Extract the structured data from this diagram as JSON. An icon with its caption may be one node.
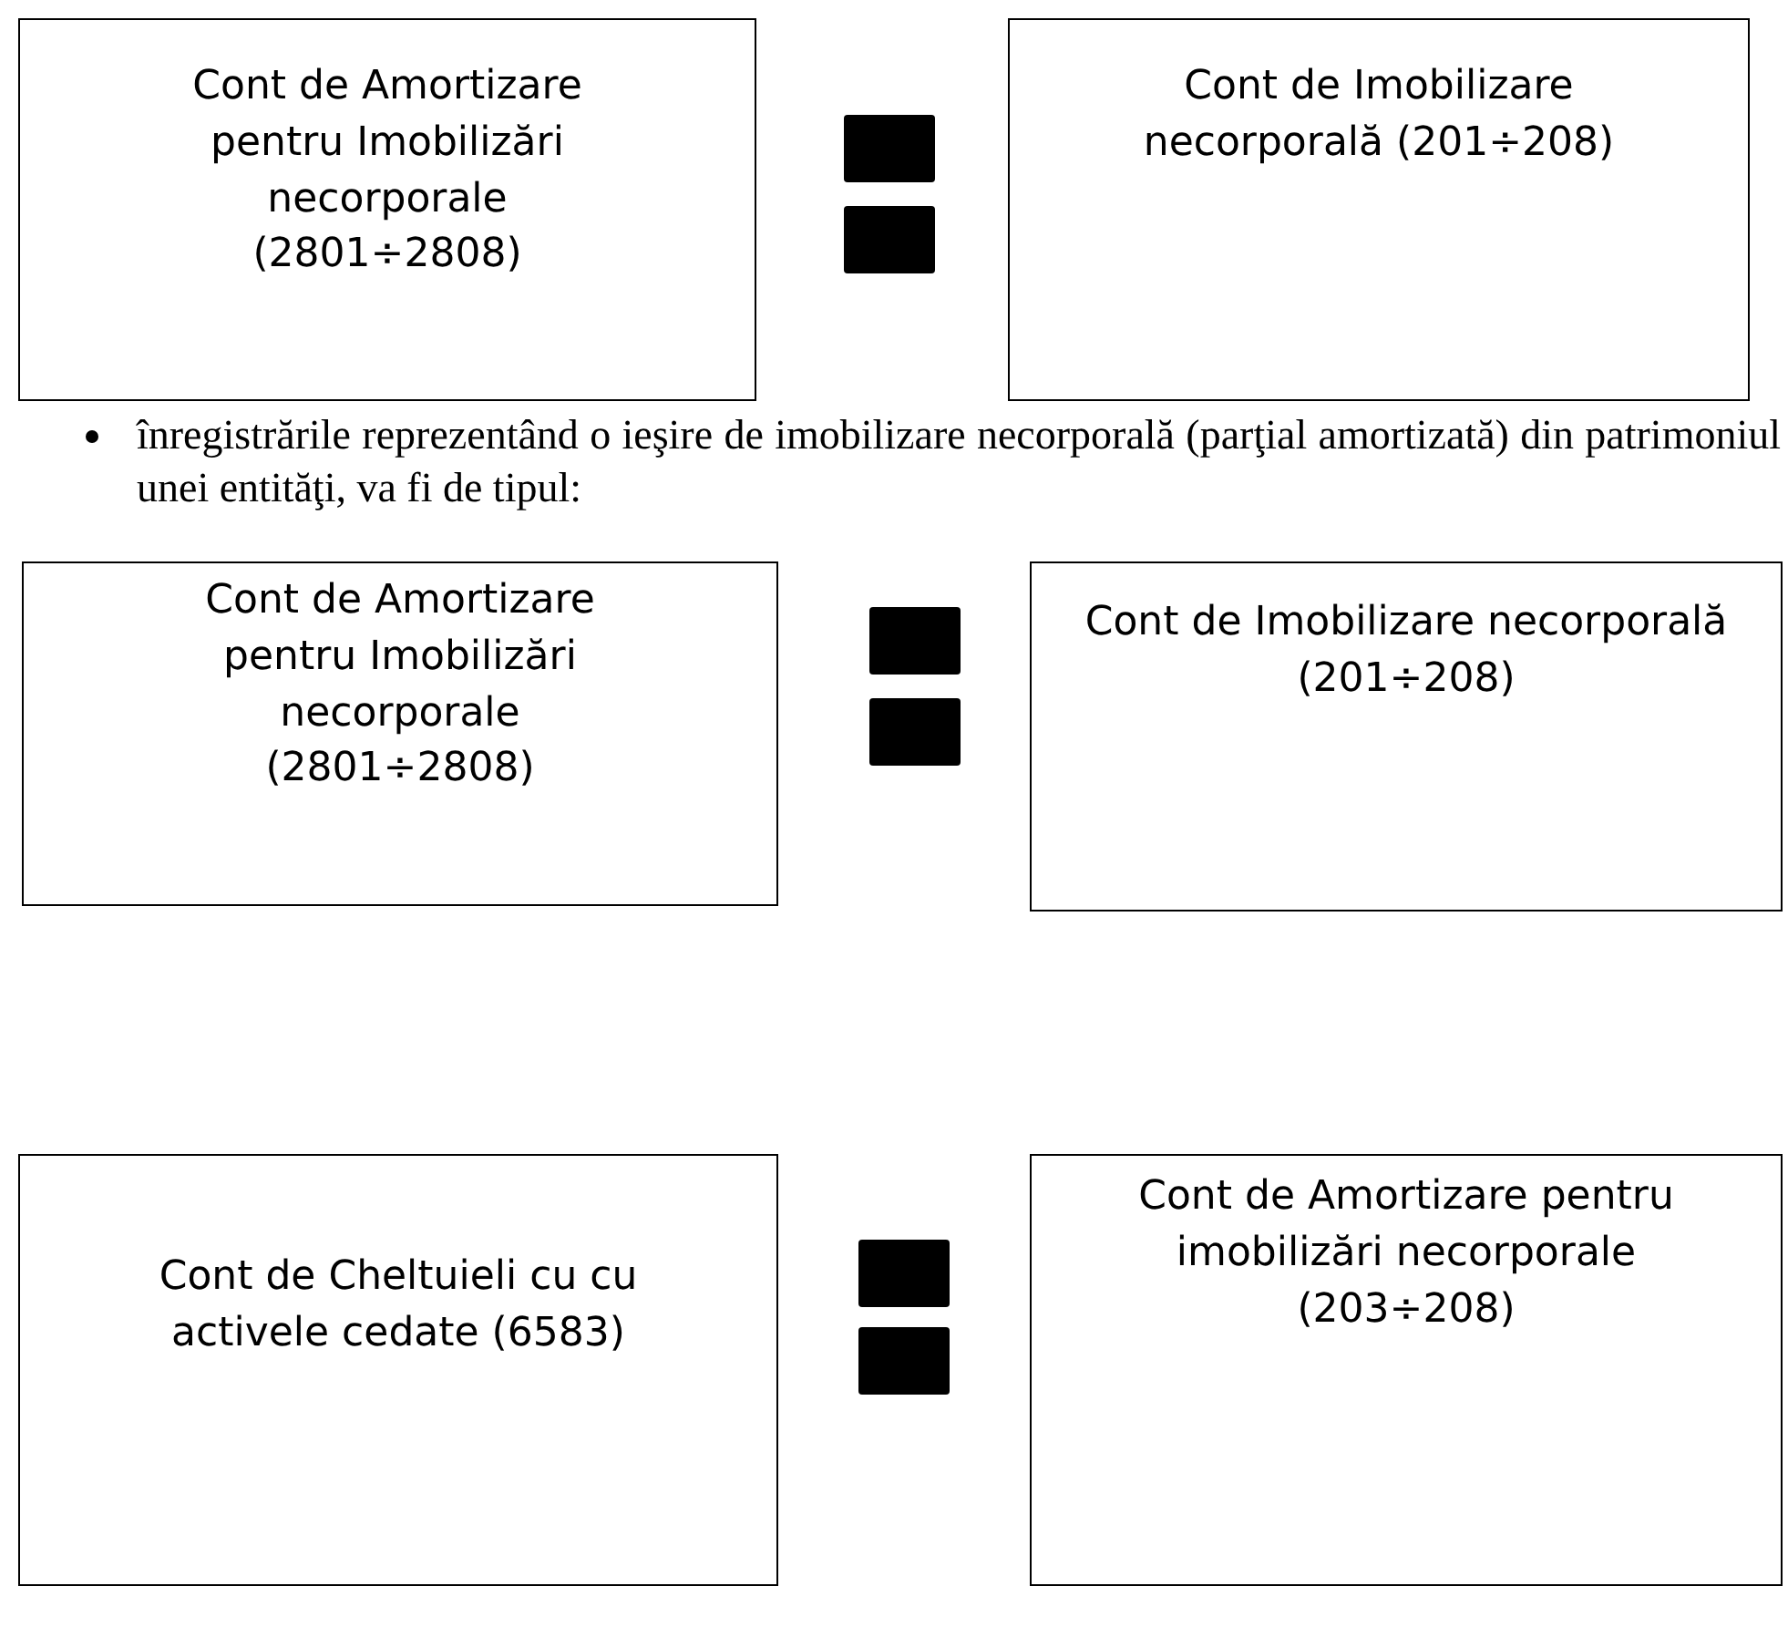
{
  "diagram": {
    "nodes": [
      {
        "text": [
          "Cont de Amortizare pentru Imobilizări necorporale (2801÷2808)"
        ]
      },
      {
        "text": [
          "Cont de Imobilizare necorporală (201÷208)"
        ]
      },
      {
        "text": [
          "Cont de Amortizare pentru Imobilizări necorporale (2801÷2808)"
        ]
      },
      {
        "text": [
          "Cont de Imobilizare necorporală (201÷208)"
        ]
      },
      {
        "text": [
          "Cont de Cheltuieli cu cu activele cedate (6583)"
        ]
      },
      {
        "text": [
          "Cont de Amortizare pentru imobilizări necorporale (203÷208)"
        ]
      }
    ],
    "labels": [
      "înregistrările reprezentând o ieşire de imobilizare necorporală (parţial amortizată) din patrimoniul unei entităţi, va fi de tipul:"
    ]
  }
}
